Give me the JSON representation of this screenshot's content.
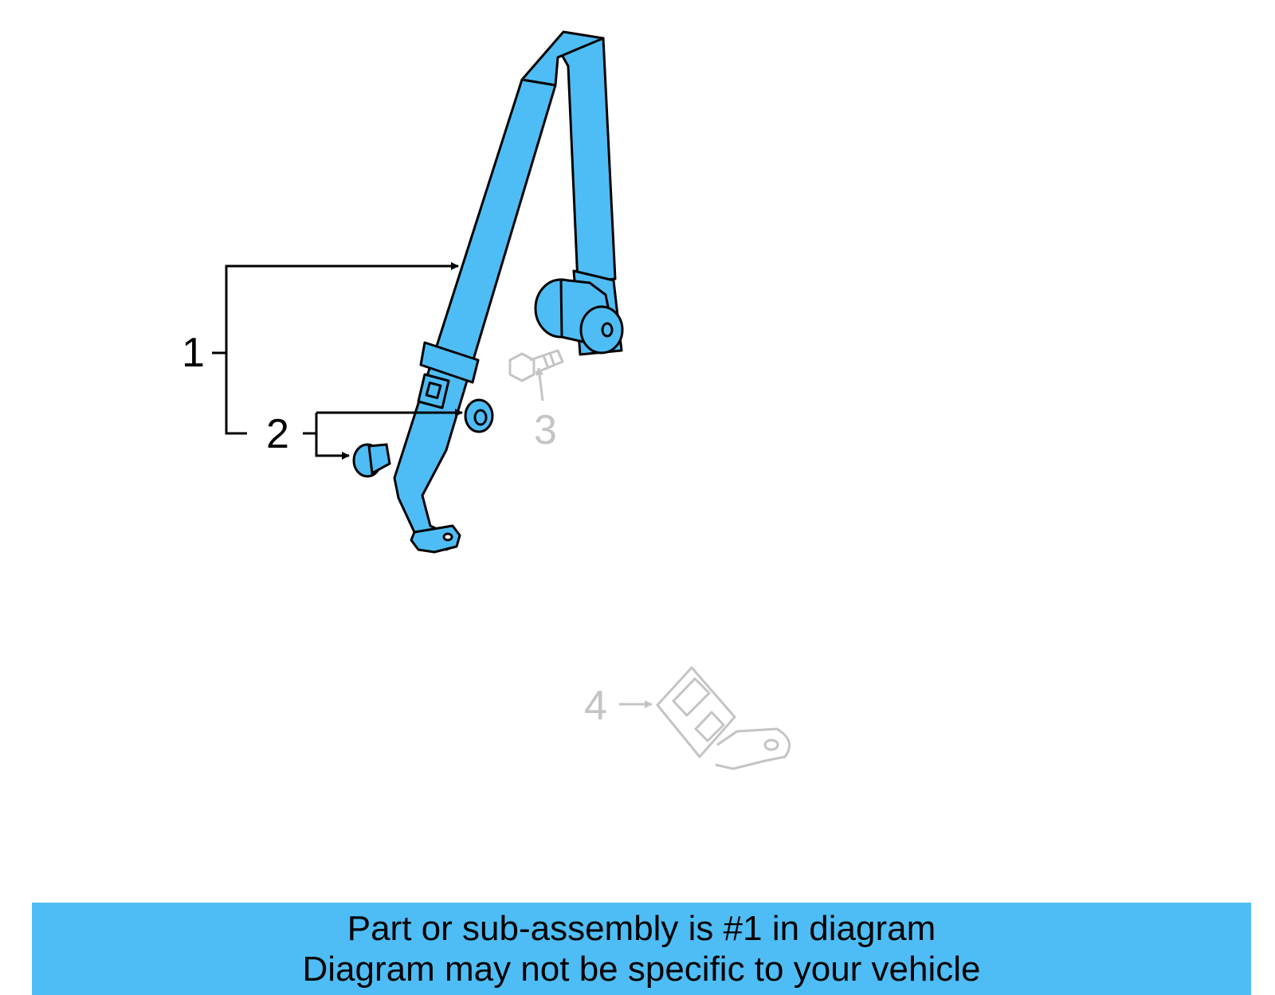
{
  "diagram": {
    "highlight_color": "#4fbdf5",
    "outline_color": "#000000",
    "faded_color": "#c4c4c4",
    "callouts": [
      {
        "label": "1",
        "part": "seat-belt-assembly",
        "highlighted": true
      },
      {
        "label": "2",
        "part": "retainer-and-grommet",
        "highlighted": true
      },
      {
        "label": "3",
        "part": "bolt",
        "highlighted": false
      },
      {
        "label": "4",
        "part": "buckle",
        "highlighted": false
      }
    ]
  },
  "banner": {
    "line1": "Part or sub-assembly is #1 in diagram",
    "line2": "Diagram may not be specific to your vehicle"
  }
}
